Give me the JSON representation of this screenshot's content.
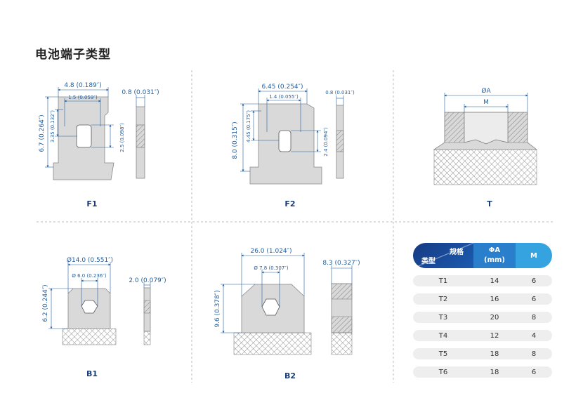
{
  "title": "电池端子类型",
  "colors": {
    "dimension": "#1f5fa0",
    "label": "#1a3d78",
    "part_fill": "#d9d9d9",
    "header_dark": "#163b82",
    "header_mid": "#2a7fcc",
    "header_light": "#35a3e0"
  },
  "f1": {
    "label": "F1",
    "width": "4.8 (0.189″)",
    "hole_width": "1.5 (0.059″)",
    "height": "6.7 (0.264″)",
    "hole_top": "3.35 (0.132″)",
    "hole_height": "2.5 (0.098″)",
    "thickness": "0.8 (0.031″)"
  },
  "f2": {
    "label": "F2",
    "width": "6.45 (0.254″)",
    "hole_width": "1.4 (0.055″)",
    "height": "8.0 (0.315″)",
    "hole_top": "4.45 (0.175″)",
    "hole_height": "2.4 (0.094″)",
    "thickness": "0.8 (0.031″)"
  },
  "t": {
    "label": "T",
    "outer": "ØA",
    "inner": "M"
  },
  "b1": {
    "label": "B1",
    "width": "Ø14.0 (0.551″)",
    "hole": "Ø 6.0 (0.236″)",
    "height": "6.2 (0.244″)",
    "thickness": "2.0 (0.079″)"
  },
  "b2": {
    "label": "B2",
    "width": "26.0 (1.024″)",
    "hole": "Ø 7.8 (0.307″)",
    "height": "9.6 (0.378″)",
    "thickness": "8.3 (0.327″)"
  },
  "table": {
    "header_spec": "规格",
    "header_type": "类型",
    "header_a": "ΦA",
    "header_a_unit": "(mm)",
    "header_m": "M",
    "rows": [
      {
        "type": "T1",
        "a": "14",
        "m": "6"
      },
      {
        "type": "T2",
        "a": "16",
        "m": "6"
      },
      {
        "type": "T3",
        "a": "20",
        "m": "8"
      },
      {
        "type": "T4",
        "a": "12",
        "m": "4"
      },
      {
        "type": "T5",
        "a": "18",
        "m": "8"
      },
      {
        "type": "T6",
        "a": "18",
        "m": "6"
      }
    ]
  }
}
